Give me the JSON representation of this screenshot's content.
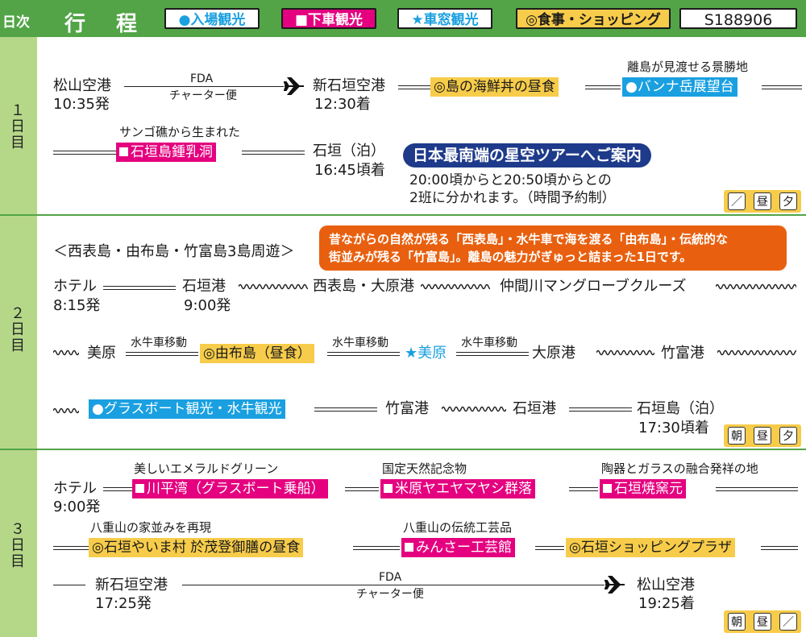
{
  "header": {
    "days_label": "日次",
    "itinerary_label": "行　程",
    "legend": {
      "entry": "●入場観光",
      "stop": "■下車観光",
      "window": "★車窓観光",
      "meal": "◎食事・ショッピング"
    },
    "code": "S188906"
  },
  "colors": {
    "green": "#52a447",
    "light_green": "#b5d888",
    "pink": "#e4007f",
    "blue": "#1aa0e0",
    "yellow": "#f7cc4a",
    "navy": "#1e3a8a",
    "orange": "#e8600f"
  },
  "day1": {
    "label": "１日目",
    "matsuyama": "松山空港",
    "dep_time": "10:35発",
    "fda": "FDA",
    "charter": "チャーター便",
    "ishigaki_airport": "新石垣空港",
    "arr_time": "12:30着",
    "lunch": "◎島の海鮮丼の昼食",
    "banna_note": "離島が見渡せる景勝地",
    "banna": "●バンナ岳展望台",
    "cave_note": "サンゴ礁から生まれた",
    "cave": "石垣島鍾乳洞",
    "stay": "石垣（泊）",
    "stay_time": "16:45頃着",
    "star_tour": "日本最南端の星空ツアーへご案内",
    "star_note1": "20:00頃からと20:50頃からとの",
    "star_note2": "2班に分かれます。（時間予約制）",
    "meals": [
      "／",
      "昼",
      "夕"
    ]
  },
  "day2": {
    "label": "２日目",
    "tour_title": "＜西表島・由布島・竹富島3島周遊＞",
    "banner1": "昔ながらの自然が残る「西表島」・水牛車で海を渡る「由布島」・伝統的な",
    "banner2": "街並みが残る「竹富島」。離島の魅力がぎゅっと詰まった1日です。",
    "hotel": "ホテル",
    "hotel_time": "8:15発",
    "ishigaki_port": "石垣港",
    "port_time": "9:00発",
    "iriomote": "西表島・大原港",
    "mangrove": "仲間川マングローブクルーズ",
    "mihara": "美原",
    "buffalo": "水牛車移動",
    "yubu": "◎由布島（昼食）",
    "mihara_star": "★美原",
    "ohara": "大原港",
    "taketomi_port": "竹富港",
    "glassboat": "●グラスボート観光・水牛観光",
    "taketomi_port2": "竹富港",
    "ishigaki_port2": "石垣港",
    "stay": "石垣島（泊）",
    "stay_time": "17:30頃着",
    "meals": [
      "朝",
      "昼",
      "夕"
    ]
  },
  "day3": {
    "label": "３日目",
    "hotel": "ホテル",
    "hotel_time": "9:00発",
    "kabira_note": "美しいエメラルドグリーン",
    "kabira": "川平湾（グラスボート乗船）",
    "yonehara_note": "国定天然記念物",
    "yonehara": "米原ヤエヤマヤシ群落",
    "kiln_note": "陶器とガラスの融合発祥の地",
    "kiln": "石垣焼窯元",
    "yaima_note": "八重山の家並みを再現",
    "yaima": "◎石垣やいま村 於茂登御膳の昼食",
    "minsa_note": "八重山の伝統工芸品",
    "minsa": "みんさー工芸館",
    "plaza": "◎石垣ショッピングプラザ",
    "ishigaki_airport": "新石垣空港",
    "dep_time": "17:25発",
    "fda": "FDA",
    "charter": "チャーター便",
    "matsuyama": "松山空港",
    "arr_time": "19:25着",
    "meals": [
      "朝",
      "昼",
      "／"
    ]
  }
}
